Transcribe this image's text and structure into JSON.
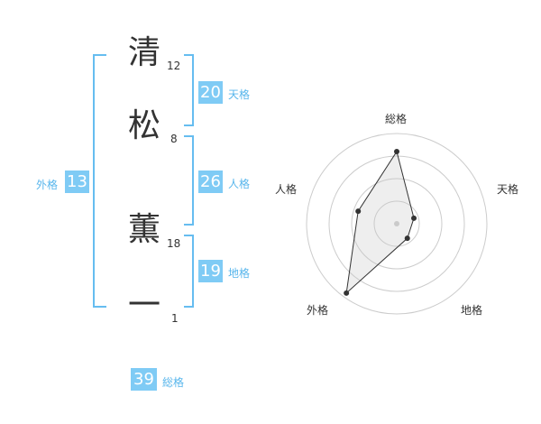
{
  "colors": {
    "accent": "#7fcbf5",
    "label": "#58b6ec",
    "bracket": "#66bdf0",
    "text": "#333333"
  },
  "name": [
    {
      "char": "清",
      "strokes": "12"
    },
    {
      "char": "松",
      "strokes": "8"
    },
    {
      "char": "薫",
      "strokes": "18"
    },
    {
      "char": "一",
      "strokes": "1"
    }
  ],
  "fortunes": {
    "tenkaku": {
      "value": "20",
      "label": "天格"
    },
    "jinkaku": {
      "value": "26",
      "label": "人格"
    },
    "chikaku": {
      "value": "19",
      "label": "地格"
    },
    "gaikaku": {
      "value": "13",
      "label": "外格"
    },
    "soukaku": {
      "value": "39",
      "label": "総格"
    }
  },
  "radar": {
    "axes": [
      "総格",
      "天格",
      "地格",
      "外格",
      "人格"
    ],
    "values": [
      0.8,
      0.2,
      0.2,
      0.95,
      0.45
    ],
    "rings": 4
  }
}
